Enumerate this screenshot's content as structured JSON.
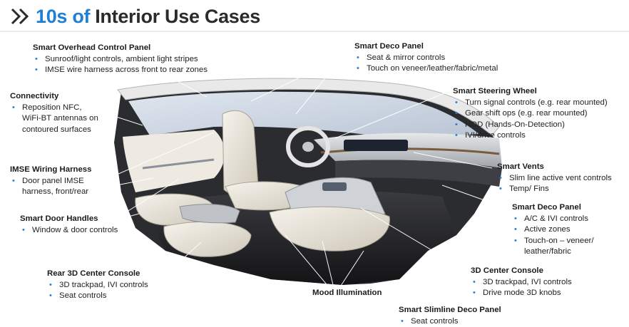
{
  "title": {
    "part1": "10s of",
    "part2": "Interior Use Cases"
  },
  "callouts": {
    "overhead": {
      "heading": "Smart Overhead Control Panel",
      "bullets": [
        "Sunroof/light controls, ambient light stripes",
        "IMSE wire harness across front to rear zones"
      ]
    },
    "connectivity": {
      "heading": "Connectivity",
      "bullets": [
        "Reposition NFC,\nWiFi-BT antennas on\ncontoured surfaces"
      ]
    },
    "wiring": {
      "heading": "IMSE Wiring Harness",
      "bullets": [
        "Door panel IMSE\nharness, front/rear"
      ]
    },
    "door_handles": {
      "heading": "Smart Door Handles",
      "bullets": [
        "Window & door controls"
      ]
    },
    "rear_console": {
      "heading": "Rear 3D Center Console",
      "bullets": [
        "3D trackpad, IVI controls",
        "Seat controls"
      ]
    },
    "mood": {
      "heading": "Mood Illumination",
      "bullets": []
    },
    "slimline": {
      "heading": "Smart Slimline Deco Panel",
      "bullets": [
        "Seat controls"
      ]
    },
    "deco_top": {
      "heading": "Smart Deco Panel",
      "bullets": [
        "Seat & mirror controls",
        "Touch on veneer/leather/fabric/metal"
      ]
    },
    "steering": {
      "heading": "Smart Steering Wheel",
      "bullets": [
        "Turn signal controls (e.g. rear mounted)",
        "Gear shift ops (e.g. rear mounted)",
        "HOD (Hands-On-Detection)",
        "IVI/drive controls"
      ]
    },
    "vents": {
      "heading": "Smart Vents",
      "bullets": [
        "Slim line active vent controls",
        "Temp/ Fins"
      ]
    },
    "deco_right": {
      "heading": "Smart Deco Panel",
      "bullets": [
        "A/C & IVI controls",
        "Active zones",
        "Touch-on – veneer/\nleather/fabric"
      ]
    },
    "center_console": {
      "heading": "3D Center Console",
      "bullets": [
        "3D trackpad, IVI controls",
        "Drive mode 3D knobs"
      ]
    }
  },
  "colors": {
    "title_accent": "#1f7fd6",
    "bullet": "#2a7fd4",
    "leader_line": "#ffffff",
    "interior_dark": "#2a2b2e",
    "seat": "#ebe6dc"
  },
  "icons": {
    "title_marker": "double-chevron-icon"
  }
}
